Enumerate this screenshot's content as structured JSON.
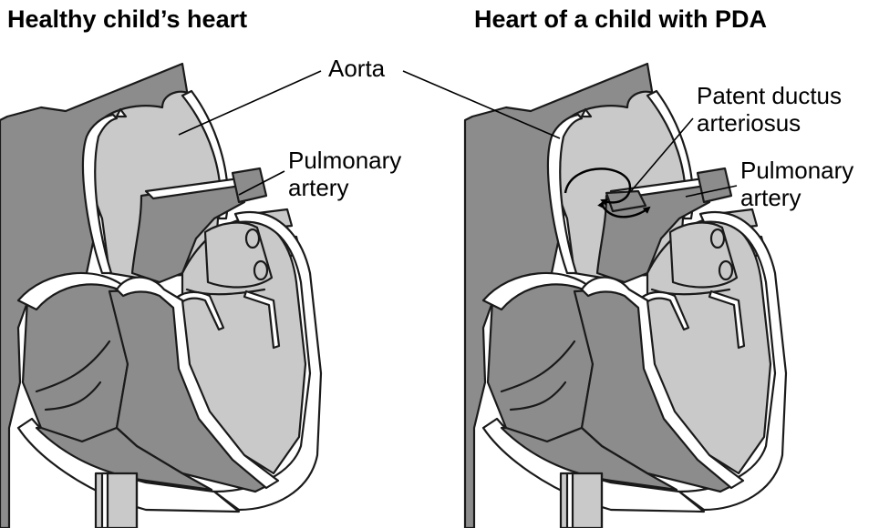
{
  "panels": {
    "left": {
      "title": "Healthy child’s heart"
    },
    "right": {
      "title": "Heart of a child with PDA"
    }
  },
  "labels": {
    "aorta": "Aorta",
    "pulmonary_artery_line1": "Pulmonary",
    "pulmonary_artery_line2": "artery",
    "pda_line1": "Patent ductus",
    "pda_line2": "arteriosus"
  },
  "colors": {
    "dark_tissue": "#8c8c8c",
    "light_chamber": "#c9c9c9",
    "wall": "#ffffff",
    "outline": "#1a1a1a"
  }
}
